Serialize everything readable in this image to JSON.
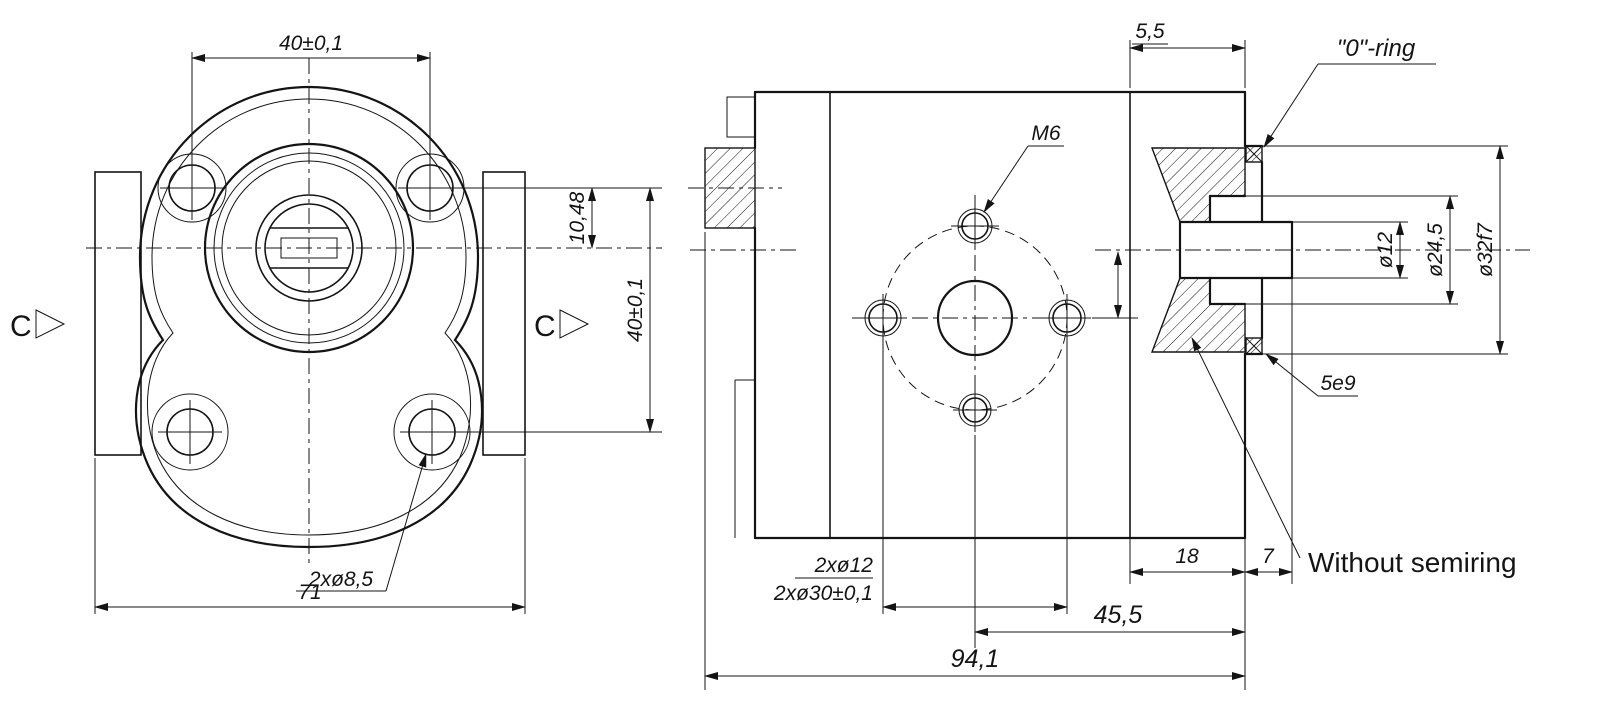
{
  "drawing": {
    "background": "#ffffff",
    "line_color": "#141414",
    "labels": {
      "dim_top_40": "40±0,1",
      "dim_1048": "10,48",
      "dim_right_40": "40±0,1",
      "c_left": "C",
      "c_mid": "C",
      "dim_2x85": "2xø8,5",
      "dim_71": "71",
      "dim_55": "5,5",
      "oring": "\"0\"-ring",
      "m6": "M6",
      "d12": "ø12",
      "d245": "ø24,5",
      "d32f7": "ø32f7",
      "f5e9": "5e9",
      "dim_18": "18",
      "dim_7": "7",
      "without_semiring": "Without semiring",
      "dim_2xd12": "2xø12",
      "dim_2xd30": "2xø30±0,1",
      "dim_455": "45,5",
      "dim_941": "94,1"
    }
  }
}
